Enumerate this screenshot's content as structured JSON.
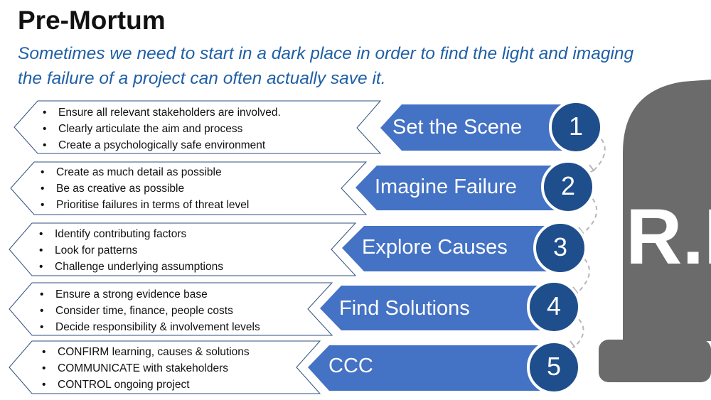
{
  "title": "Pre-Mortum",
  "subtitle": "Sometimes we need to start in a dark place in order to find the light and imaging the failure of a project can often actually save it.",
  "steps": [
    {
      "number": "1",
      "label": "Set the Scene",
      "bullets": [
        "Ensure all relevant stakeholders are involved.",
        "Clearly articulate the aim and process",
        "Create a psychologically safe environment"
      ]
    },
    {
      "number": "2",
      "label": "Imagine Failure",
      "bullets": [
        "Create as much detail as possible",
        "Be as creative as possible",
        "Prioritise failures in terms of threat level"
      ]
    },
    {
      "number": "3",
      "label": "Explore Causes",
      "bullets": [
        "Identify contributing factors",
        "Look for patterns",
        "Challenge underlying assumptions"
      ]
    },
    {
      "number": "4",
      "label": "Find Solutions",
      "bullets": [
        "Ensure a strong evidence base",
        "Consider time, finance, people costs",
        "Decide responsibility & involvement levels"
      ]
    },
    {
      "number": "5",
      "label": "CCC",
      "bullets": [
        "CONFIRM learning, causes & solutions",
        "COMMUNICATE with stakeholders",
        "CONTROL ongoing project"
      ]
    }
  ],
  "tombstone": {
    "text": "R.I"
  },
  "colors": {
    "accent": "#4472c4",
    "circle": "#1f4e8c",
    "subtitle": "#1f5fa6",
    "tombstone": "#6b6b6b",
    "connector": "#b7b7b7",
    "outline": "#2f4f7f"
  }
}
